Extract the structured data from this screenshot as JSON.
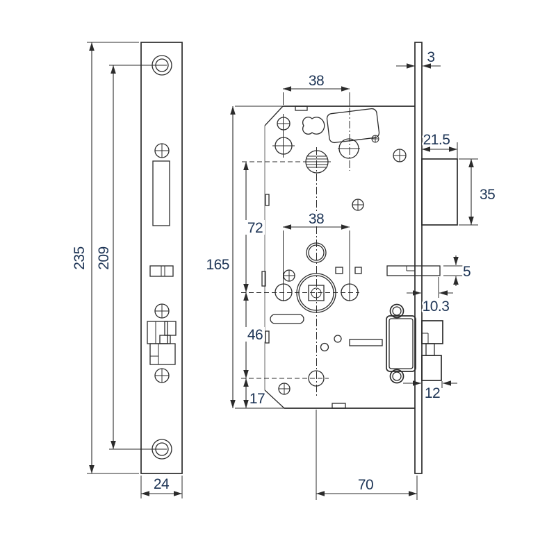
{
  "drawing": {
    "type": "technical-dimension-drawing",
    "subject": "mortise-lock",
    "background": "#ffffff",
    "line_color": "#2b2b2b",
    "dim_text_color": "#1d3455",
    "dims": {
      "plate_height": "235",
      "screw_spacing": "209",
      "plate_width": "24",
      "faceplate_thickness": "3",
      "top_hole_spacing": "38",
      "body_height": "165",
      "grille_to_follower": "72",
      "follower_hole_spacing": "38",
      "latch_projection": "21.5",
      "latch_height": "35",
      "aux_bolt_thickness": "5",
      "aux_bolt_projection": "10.3",
      "follower_to_cylinder": "46",
      "cylinder_to_bottom": "17",
      "deadbolt_projection": "12",
      "backset": "70"
    }
  }
}
